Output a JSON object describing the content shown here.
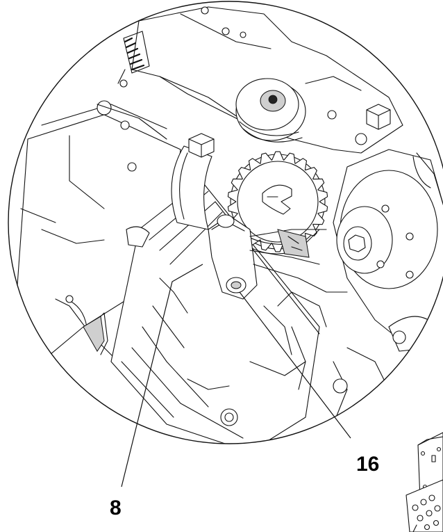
{
  "diagram": {
    "callouts": [
      {
        "id": "callout-8",
        "label": "8"
      },
      {
        "id": "callout-16",
        "label": "16"
      }
    ],
    "colors": {
      "line": "#111111",
      "background": "#ffffff",
      "shade": "#cfcfcf"
    }
  }
}
